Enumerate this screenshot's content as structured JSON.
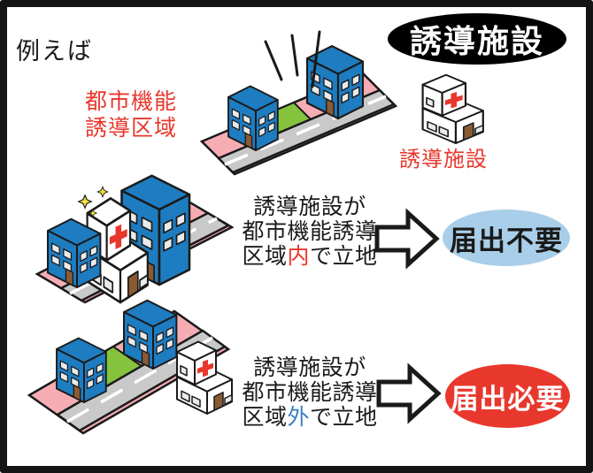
{
  "title": "例えば",
  "badge": {
    "label": "誘導施設"
  },
  "zone_label": {
    "line1": "都市機能",
    "line2": "誘導区域"
  },
  "facility_label": "誘導施設",
  "cases": {
    "inside": {
      "line1": "誘導施設が",
      "line2": "都市機能誘導",
      "line3_prefix": "区域",
      "line3_highlight": "内",
      "line3_suffix": "で立地",
      "result_label": "届出不要"
    },
    "outside": {
      "line1": "誘導施設が",
      "line2": "都市機能誘導",
      "line3_prefix": "区域",
      "line3_highlight": "外",
      "line3_suffix": "で立地",
      "result_label": "届出必要"
    }
  },
  "icons": {
    "hospital": "hospital-building-with-red-cross",
    "building": "blue-office-building",
    "arrow": "block-arrow-right",
    "sparkle": "sparkle-diamond",
    "zone": "pink-parallelogram-zone",
    "road": "gray-road",
    "vacant_lot": "green-vacant-lot",
    "emphasis": "emphasis-lines"
  },
  "colors": {
    "ink": "#1a1a1a",
    "accent_red": "#e8372c",
    "accent_blue": "#3b7ec0",
    "zone_pink": "#f5adb3",
    "road_gray": "#c9c9ca",
    "grass_green": "#86c33d",
    "building_blue": "#1e7cc0",
    "window_gray": "#e9eaeb",
    "door_brown": "#8a5a33",
    "sparkle_yellow": "#f2e33c",
    "result_ok_bg": "#a9cee9",
    "result_ok_fg": "#1a1a1a",
    "result_req_bg": "#e8382d",
    "result_req_fg": "#ffffff",
    "badge_bg": "#000000",
    "badge_fg": "#ffffff",
    "frame_border": "#141414"
  }
}
